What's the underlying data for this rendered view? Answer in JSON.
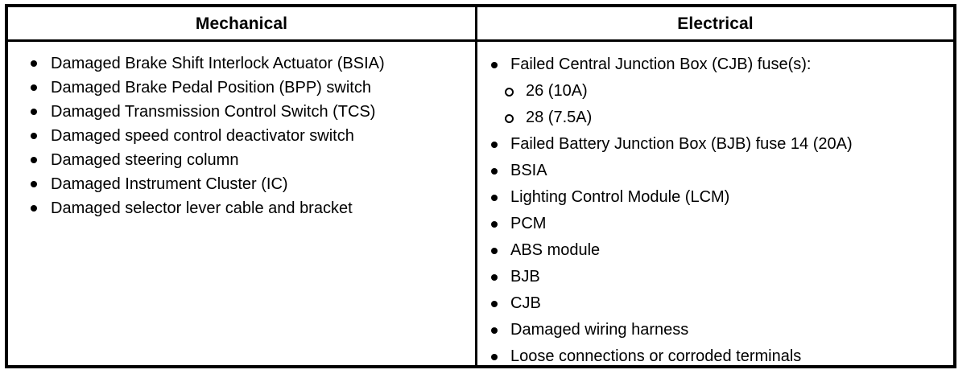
{
  "table": {
    "columns": [
      {
        "header": "Mechanical",
        "items": [
          {
            "bullet": "filled-disc",
            "text": "Damaged Brake Shift Interlock Actuator (BSIA)"
          },
          {
            "bullet": "filled-disc",
            "text": "Damaged Brake Pedal Position (BPP) switch"
          },
          {
            "bullet": "filled-disc",
            "text": "Damaged Transmission Control Switch (TCS)"
          },
          {
            "bullet": "filled-disc",
            "text": "Damaged speed control deactivator switch"
          },
          {
            "bullet": "filled-disc",
            "text": "Damaged steering column"
          },
          {
            "bullet": "filled-disc",
            "text": "Damaged Instrument Cluster (IC)"
          },
          {
            "bullet": "filled-disc",
            "text": "Damaged selector lever cable and bracket"
          }
        ]
      },
      {
        "header": "Electrical",
        "items": [
          {
            "bullet": "filled-disc",
            "text": "Failed Central Junction Box (CJB) fuse(s):",
            "sub_items": [
              {
                "bullet": "hollow-circle",
                "text": "26 (10A)"
              },
              {
                "bullet": "hollow-circle",
                "text": "28 (7.5A)"
              }
            ]
          },
          {
            "bullet": "filled-disc",
            "text": "Failed Battery Junction Box (BJB) fuse 14 (20A)"
          },
          {
            "bullet": "filled-disc",
            "text": "BSIA"
          },
          {
            "bullet": "filled-disc",
            "text": "Lighting Control Module (LCM)"
          },
          {
            "bullet": "filled-disc",
            "text": "PCM"
          },
          {
            "bullet": "filled-disc",
            "text": "ABS module"
          },
          {
            "bullet": "filled-disc",
            "text": "BJB"
          },
          {
            "bullet": "filled-disc",
            "text": "CJB"
          },
          {
            "bullet": "filled-disc",
            "text": "Damaged wiring harness"
          },
          {
            "bullet": "filled-disc",
            "text": "Loose connections or corroded terminals"
          }
        ]
      }
    ]
  },
  "colors": {
    "border": "#000000",
    "text": "#000000",
    "background": "#ffffff"
  }
}
